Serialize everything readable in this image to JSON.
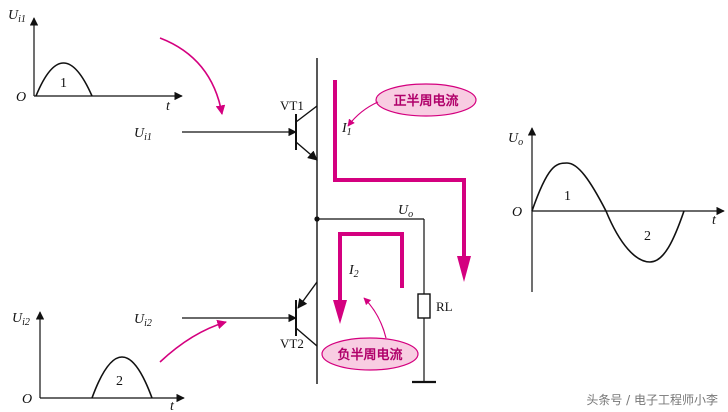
{
  "inputs": {
    "top": {
      "axis_y": "U",
      "axis_y_sub": "i1",
      "origin": "O",
      "axis_x": "t",
      "pulse": "1"
    },
    "bottom": {
      "axis_y": "U",
      "axis_y_sub": "i2",
      "origin": "O",
      "axis_x": "t",
      "pulse": "2"
    }
  },
  "circuit": {
    "input1": {
      "main": "U",
      "sub": "i1"
    },
    "input2": {
      "main": "U",
      "sub": "i2"
    },
    "vt1": "VT1",
    "vt2": "VT2",
    "out": {
      "main": "U",
      "sub": "o"
    },
    "rl": "RL",
    "i1": {
      "main": "I",
      "sub": "1"
    },
    "i2": {
      "main": "I",
      "sub": "2"
    }
  },
  "callouts": {
    "positive": "正半周电流",
    "negative": "负半周电流"
  },
  "output_graph": {
    "axis_y": "U",
    "axis_y_sub": "o",
    "origin": "O",
    "axis_x": "t",
    "half1": "1",
    "half2": "2"
  },
  "watermark": "头条号 / 电子工程师小李",
  "colors": {
    "magenta": "#d4007f",
    "callout_fill": "#f8cde2",
    "line": "#111111"
  }
}
